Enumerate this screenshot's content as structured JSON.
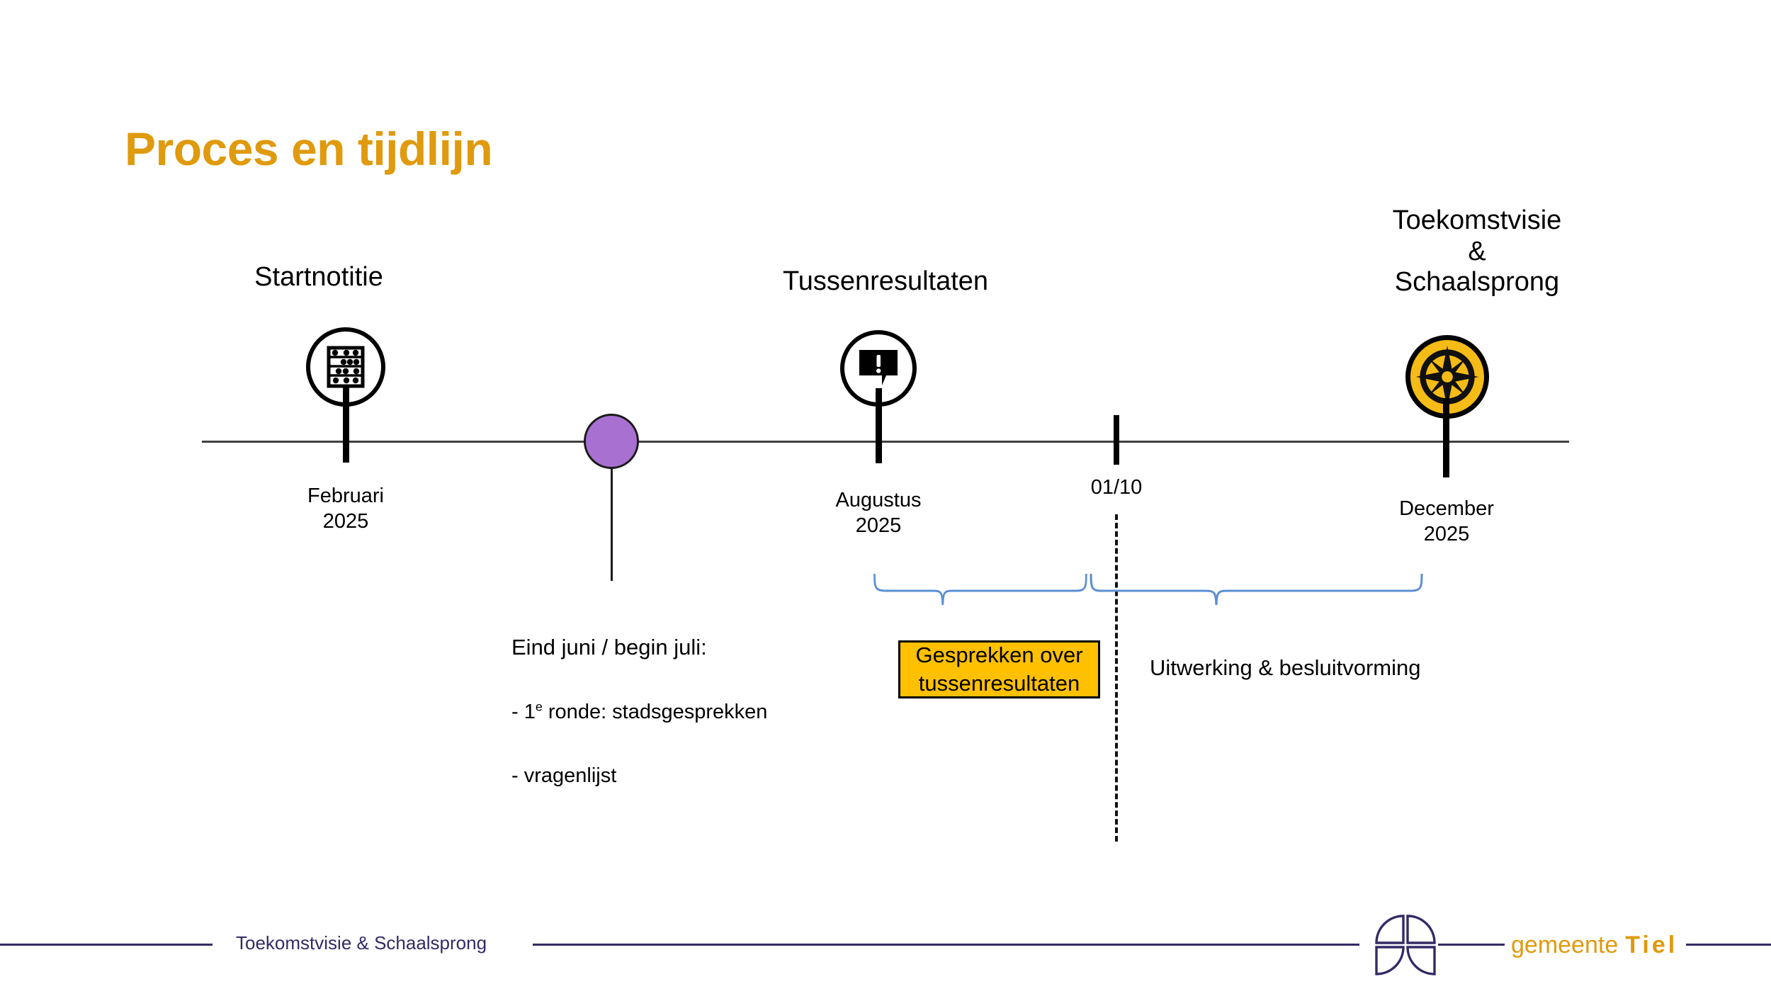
{
  "slide": {
    "title": "Proces en tijdlijn",
    "background": "#FFFFFF"
  },
  "colors": {
    "title_orange": "#DF9A0D",
    "highlight_box": "#FFC000",
    "compass_yellow": "#F5BB16",
    "purple_node": "#A870D0",
    "brace_blue": "#5B8FD4",
    "footer_navy": "#332B66",
    "axis_gray": "#404040"
  },
  "timeline": {
    "milestones": [
      {
        "id": "startnotitie",
        "title": "Startnotitie",
        "date": "Februari\n2025",
        "icon": "abacus-icon"
      },
      {
        "id": "tussenresultaten",
        "title": "Tussenresultaten",
        "date": "Augustus\n2025",
        "icon": "speech-bubble-alert-icon"
      },
      {
        "id": "toekomstvisie-schaalsprong",
        "title": "Toekomstvisie\n&\nSchaalsprong",
        "date": "December\n2025",
        "icon": "compass-rose-icon"
      }
    ],
    "tick": {
      "label": "01/10"
    },
    "purple_node": {
      "heading": "Eind juni / begin juli:",
      "line1_prefix": "- 1",
      "line1_ordinal": "e",
      "line1_rest": " ronde: stadsgesprekken",
      "line2": "- vragenlijst"
    },
    "phases": [
      {
        "id": "gesprekken",
        "label": "Gesprekken over\ntussenresultaten",
        "highlighted": true
      },
      {
        "id": "uitwerking",
        "label": "Uitwerking & besluitvorming",
        "highlighted": false
      }
    ]
  },
  "footer": {
    "text": "Toekomstvisie & Schaalsprong",
    "logo_word": "gemeente",
    "logo_name": "Tiel"
  }
}
